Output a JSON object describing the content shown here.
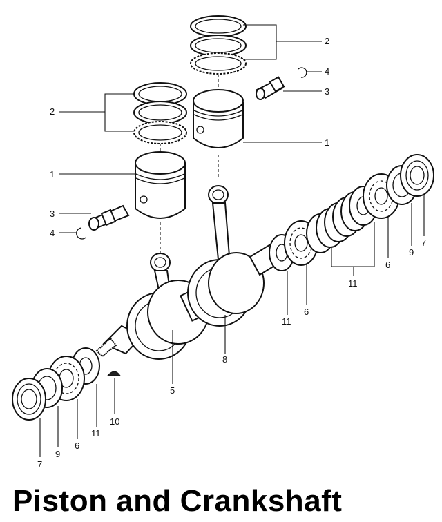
{
  "title": "Piston and Crankshaft",
  "callouts": {
    "rings_right": "2",
    "rings_left": "2",
    "circlip_right": "4",
    "circlip_left": "4",
    "pin_right": "3",
    "pin_left": "3",
    "piston_right": "1",
    "piston_left": "1",
    "crankshaft": "5",
    "con_rod": "8",
    "washer_left": "11",
    "woodruff_key": "10",
    "bearing_left": "6",
    "seal_left_inner": "9",
    "seal_left_outer": "7",
    "washer_center": "11",
    "bearing_center": "6",
    "spacer_stack": "11",
    "bearing_right": "6",
    "seal_right_inner": "9",
    "seal_right_outer": "7"
  }
}
